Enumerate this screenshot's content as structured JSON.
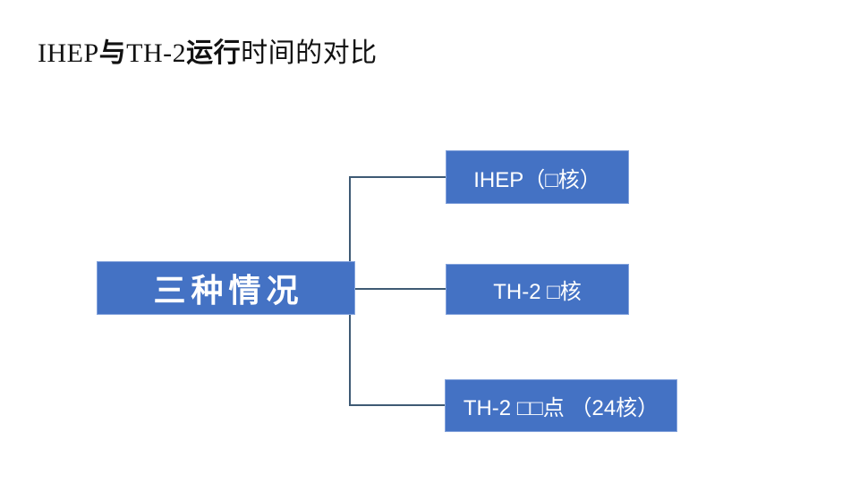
{
  "slide": {
    "title": {
      "full_text": "IHEP与TH-2运行时间的对比",
      "parts": [
        {
          "text": "IHEP"
        },
        {
          "text": "与"
        },
        {
          "text": "TH-2"
        },
        {
          "text": "运行"
        },
        {
          "text": "时间的对比"
        }
      ]
    },
    "diagram": {
      "root": {
        "label": "三种情况"
      },
      "children": [
        {
          "label": "IHEP（□核）"
        },
        {
          "label": "TH-2 □核"
        },
        {
          "label": "TH-2 □□点 （24核）"
        }
      ]
    },
    "colors": {
      "background": "#FFFFFF",
      "title_text": "#121212",
      "box_fill": "#4472C4",
      "box_border": "#84A3DC",
      "box_text": "#FFFFFF",
      "connector": "#3E5A74"
    }
  }
}
